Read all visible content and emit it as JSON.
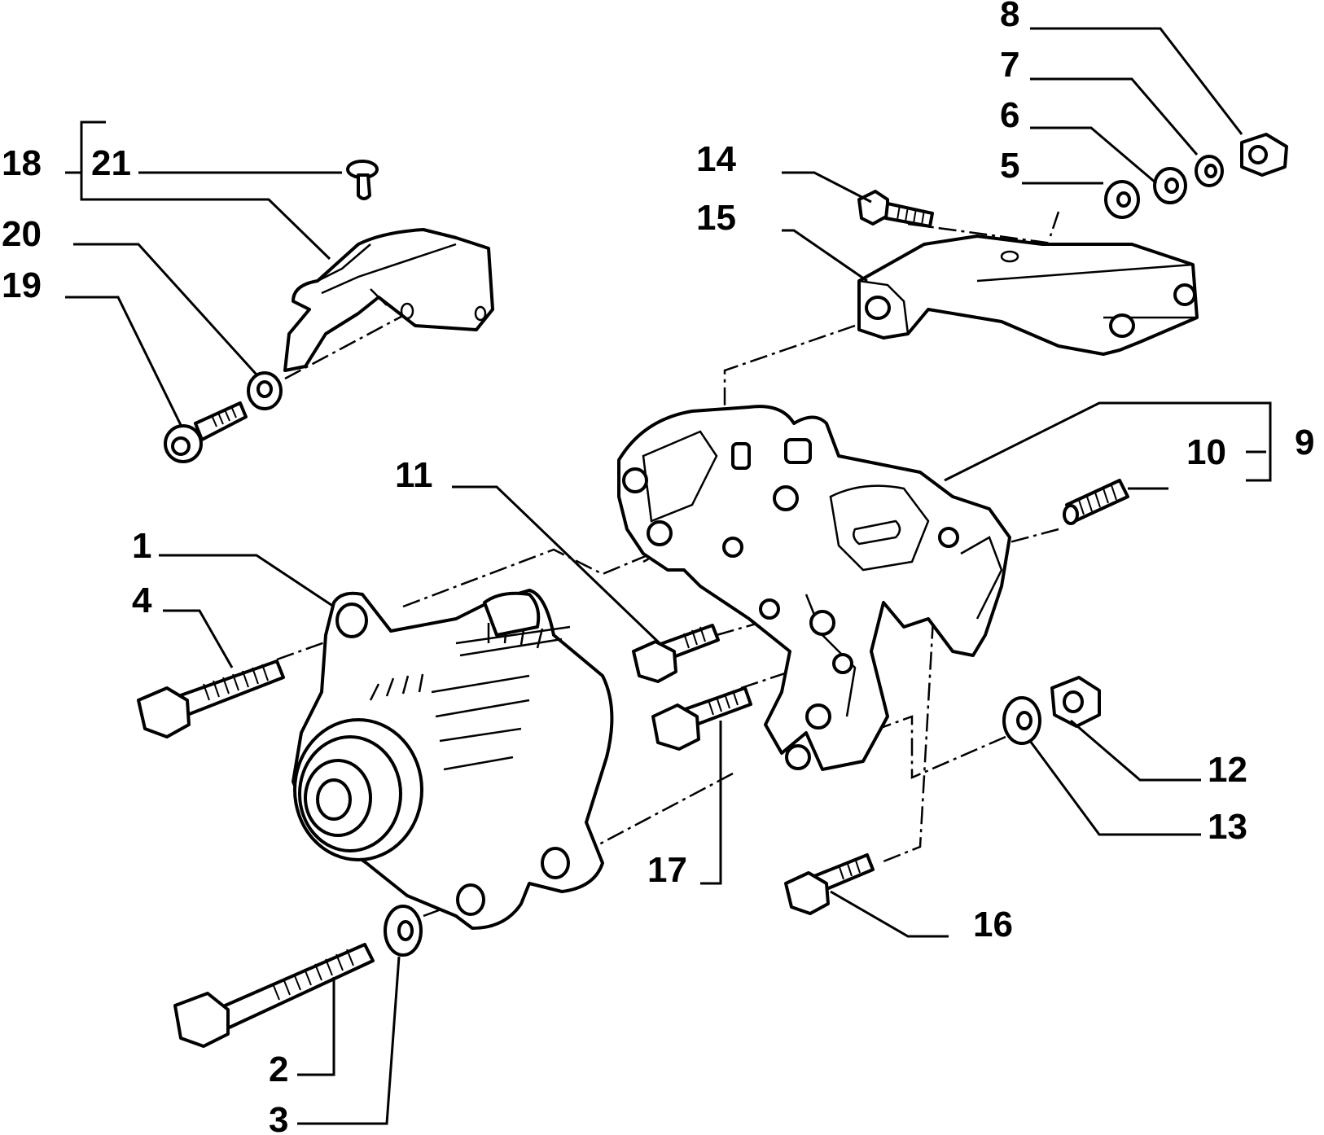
{
  "diagram": {
    "parts": [
      {
        "id": "p1",
        "label": "1"
      },
      {
        "id": "p2",
        "label": "2"
      },
      {
        "id": "p3",
        "label": "3"
      },
      {
        "id": "p4",
        "label": "4"
      },
      {
        "id": "p5",
        "label": "5"
      },
      {
        "id": "p6",
        "label": "6"
      },
      {
        "id": "p7",
        "label": "7"
      },
      {
        "id": "p8",
        "label": "8"
      },
      {
        "id": "p9",
        "label": "9"
      },
      {
        "id": "p10",
        "label": "10"
      },
      {
        "id": "p11",
        "label": "11"
      },
      {
        "id": "p12",
        "label": "12"
      },
      {
        "id": "p13",
        "label": "13"
      },
      {
        "id": "p14",
        "label": "14"
      },
      {
        "id": "p15",
        "label": "15"
      },
      {
        "id": "p16",
        "label": "16"
      },
      {
        "id": "p17",
        "label": "17"
      },
      {
        "id": "p18",
        "label": "18"
      },
      {
        "id": "p19",
        "label": "19"
      },
      {
        "id": "p20",
        "label": "20"
      },
      {
        "id": "p21",
        "label": "21"
      }
    ],
    "colors": {
      "ink": "#000000",
      "background": "#ffffff"
    }
  }
}
